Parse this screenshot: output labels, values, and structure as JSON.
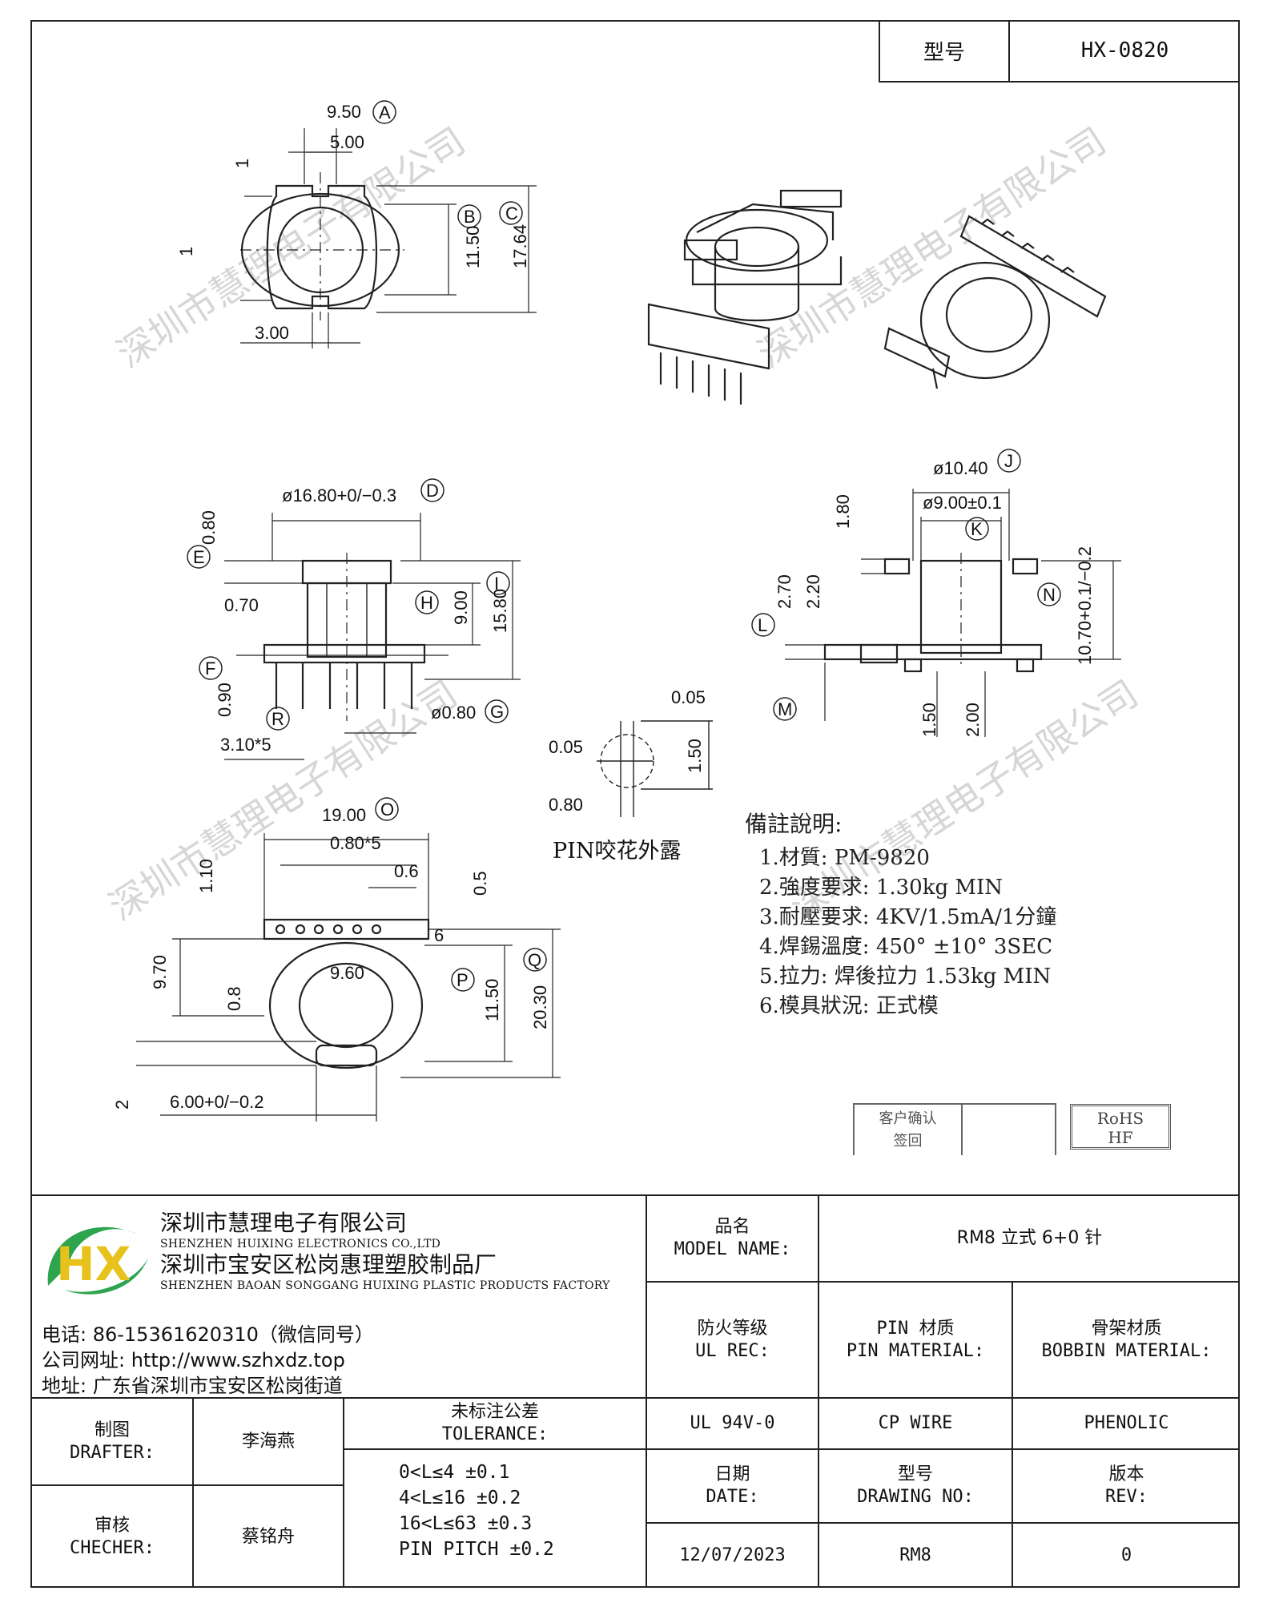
{
  "header": {
    "model_label": "型号",
    "model_value": "HX-0820"
  },
  "dimensions": {
    "top_view": [
      "9.50",
      "A",
      "5.00",
      "1",
      "1",
      "B",
      "C",
      "11.50",
      "17.64",
      "3.00"
    ],
    "side_view": [
      "ø16.80+0/−0.3",
      "D",
      "0.80",
      "E",
      "0.70",
      "H",
      "I",
      "9.00",
      "15.80",
      "F",
      "0.90",
      "R",
      "3.10*5",
      "ø0.80",
      "G"
    ],
    "right_view": [
      "ø10.40",
      "J",
      "ø9.00±0.1",
      "K",
      "1.80",
      "2.70",
      "2.20",
      "L",
      "N",
      "10.70+0.1/−0.2",
      "M",
      "1.50",
      "2.00"
    ],
    "pin_detail": [
      "0.05",
      "0.05",
      "1.50",
      "0.80"
    ],
    "bottom_view": [
      "19.00",
      "O",
      "0.80*5",
      "0.6",
      "0.5",
      "1.10",
      "6",
      "9.70",
      "9.60",
      "0.8",
      "P",
      "Q",
      "11.50",
      "20.30",
      "2",
      "6.00+0/−0.2"
    ]
  },
  "pin_caption": "PIN咬花外露",
  "notes": {
    "title": "備註說明:",
    "items": [
      "1.材質: PM-9820",
      "2.強度要求: 1.30kg MIN",
      "3.耐壓要求: 4KV/1.5mA/1分鐘",
      "4.焊錫溫度: 450° ±10°  3SEC",
      "5.拉力: 焊後拉力 1.53kg MIN",
      "6.模具狀況: 正式模"
    ]
  },
  "confirm": {
    "line1": "客户确认",
    "line2": "签回"
  },
  "rohs": {
    "line1": "RoHS",
    "line2": "HF"
  },
  "watermark": "深圳市慧理电子有限公司",
  "company": {
    "logo": "HX",
    "name_cn": "深圳市慧理电子有限公司",
    "name_en": "SHENZHEN HUIXING ELECTRONICS CO.,LTD",
    "factory_cn": "深圳市宝安区松岗惠理塑胶制品厂",
    "factory_en": "SHENZHEN BAOAN SONGGANG HUIXING PLASTIC PRODUCTS FACTORY",
    "phone": "电话: 86-15361620310（微信同号）",
    "website": "公司网址: http://www.szhxdz.top",
    "address": "地址: 广东省深圳市宝安区松岗街道"
  },
  "title_block": {
    "model_name_cn": "品名",
    "model_name_en": "MODEL NAME:",
    "model_name_value": "RM8 立式 6+0 针",
    "ul_cn": "防火等级",
    "ul_en": "UL REC:",
    "ul_value": "UL 94V-0",
    "pin_cn": "PIN 材质",
    "pin_en": "PIN MATERIAL:",
    "pin_value": "CP WIRE",
    "bobbin_cn": "骨架材质",
    "bobbin_en": "BOBBIN MATERIAL:",
    "bobbin_value": "PHENOLIC",
    "drafter_cn": "制图",
    "drafter_en": "DRAFTER:",
    "drafter_value": "李海燕",
    "checker_cn": "审核",
    "checker_en": "CHECHER:",
    "checker_value": "蔡铭舟",
    "tol_cn": "未标注公差",
    "tol_en": "TOLERANCE:",
    "tol_lines": [
      "0<L≤4  ±0.1",
      "4<L≤16 ±0.2",
      "16<L≤63 ±0.3",
      "PIN PITCH ±0.2"
    ],
    "date_cn": "日期",
    "date_en": "DATE:",
    "date_value": "12/07/2023",
    "drawing_cn": "型号",
    "drawing_en": "DRAWING NO:",
    "drawing_value": "RM8",
    "rev_cn": "版本",
    "rev_en": "REV:",
    "rev_value": "0"
  }
}
